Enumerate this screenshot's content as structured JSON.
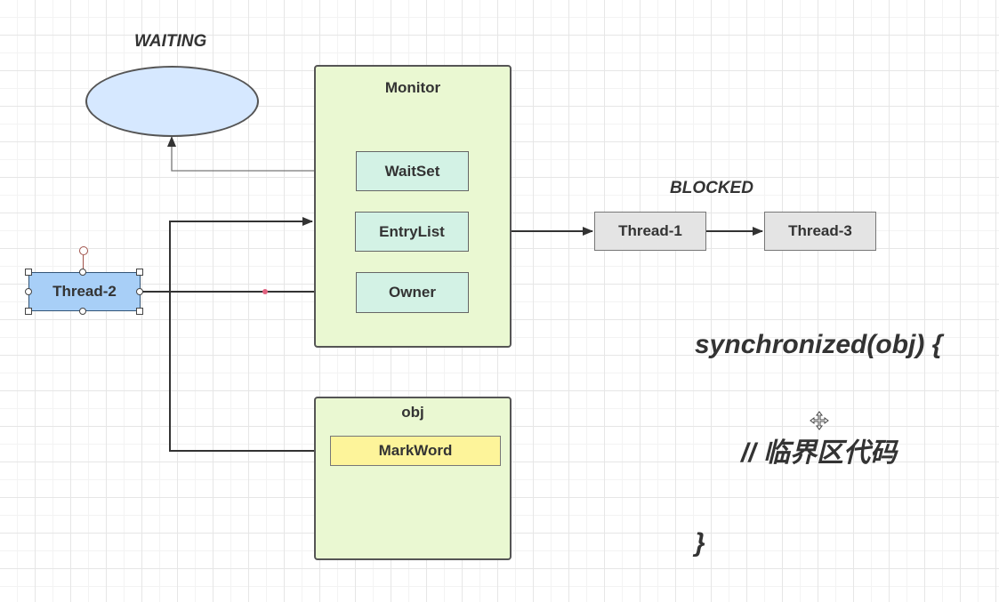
{
  "labels": {
    "waiting": "WAITING",
    "blocked": "BLOCKED"
  },
  "monitor": {
    "title": "Monitor",
    "wait_set": "WaitSet",
    "entry_list": "EntryList",
    "owner": "Owner"
  },
  "obj": {
    "title": "obj",
    "mark_word": "MarkWord"
  },
  "threads": {
    "thread2": "Thread-2",
    "thread1": "Thread-1",
    "thread3": "Thread-3"
  },
  "code": {
    "line1": "synchronized(obj) {",
    "line2": "// 临界区代码",
    "line3": "}"
  },
  "colors": {
    "container_fill": "#eaf8d2",
    "node_fill": "#d3f2e5",
    "thread_fill": "#e4e4e4",
    "markword_fill": "#fdf49a",
    "selected_fill": "#a8cff7",
    "waiting_fill": "#d6e8ff"
  }
}
